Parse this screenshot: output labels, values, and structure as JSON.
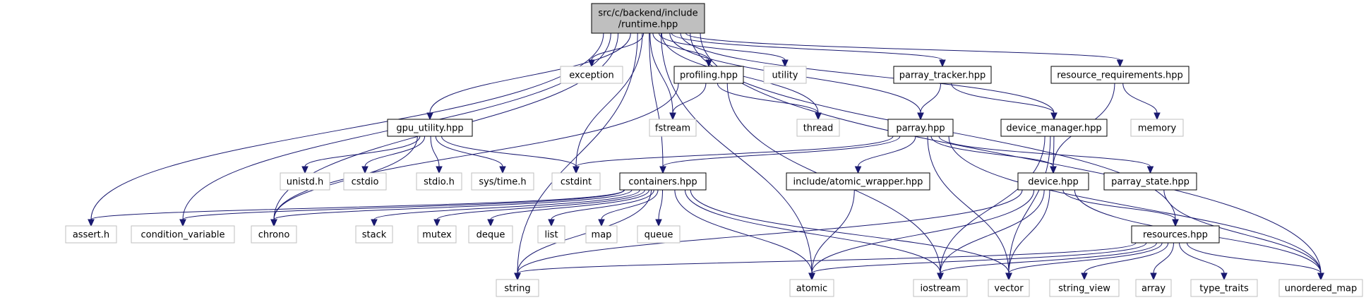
{
  "colors": {
    "edge": "#191970",
    "root_fill": "#bfbfbf",
    "root_border": "#000000",
    "internal_border": "#000000",
    "external_border": "#bfbfbf",
    "background": "#ffffff"
  },
  "nodes": [
    {
      "id": "runtime",
      "label": "src/c/backend/include\n/runtime.hpp",
      "kind": "root"
    },
    {
      "id": "exception",
      "label": "exception",
      "kind": "external"
    },
    {
      "id": "profiling",
      "label": "profiling.hpp",
      "kind": "internal"
    },
    {
      "id": "utility",
      "label": "utility",
      "kind": "external"
    },
    {
      "id": "parray_tracker",
      "label": "parray_tracker.hpp",
      "kind": "internal"
    },
    {
      "id": "resource_requirements",
      "label": "resource_requirements.hpp",
      "kind": "internal"
    },
    {
      "id": "gpu_utility",
      "label": "gpu_utility.hpp",
      "kind": "internal"
    },
    {
      "id": "fstream",
      "label": "fstream",
      "kind": "external"
    },
    {
      "id": "thread",
      "label": "thread",
      "kind": "external"
    },
    {
      "id": "parray",
      "label": "parray.hpp",
      "kind": "internal"
    },
    {
      "id": "device_manager",
      "label": "device_manager.hpp",
      "kind": "internal"
    },
    {
      "id": "memory",
      "label": "memory",
      "kind": "external"
    },
    {
      "id": "unistd",
      "label": "unistd.h",
      "kind": "external"
    },
    {
      "id": "cstdio",
      "label": "cstdio",
      "kind": "external"
    },
    {
      "id": "stdio",
      "label": "stdio.h",
      "kind": "external"
    },
    {
      "id": "systime",
      "label": "sys/time.h",
      "kind": "external"
    },
    {
      "id": "cstdint",
      "label": "cstdint",
      "kind": "external"
    },
    {
      "id": "containers",
      "label": "containers.hpp",
      "kind": "internal"
    },
    {
      "id": "atomic_wrapper",
      "label": "include/atomic_wrapper.hpp",
      "kind": "internal"
    },
    {
      "id": "device",
      "label": "device.hpp",
      "kind": "internal"
    },
    {
      "id": "parray_state",
      "label": "parray_state.hpp",
      "kind": "internal"
    },
    {
      "id": "assert",
      "label": "assert.h",
      "kind": "external"
    },
    {
      "id": "condition_variable",
      "label": "condition_variable",
      "kind": "external"
    },
    {
      "id": "chrono",
      "label": "chrono",
      "kind": "external"
    },
    {
      "id": "stack",
      "label": "stack",
      "kind": "external"
    },
    {
      "id": "mutex",
      "label": "mutex",
      "kind": "external"
    },
    {
      "id": "deque",
      "label": "deque",
      "kind": "external"
    },
    {
      "id": "list",
      "label": "list",
      "kind": "external"
    },
    {
      "id": "map",
      "label": "map",
      "kind": "external"
    },
    {
      "id": "queue",
      "label": "queue",
      "kind": "external"
    },
    {
      "id": "resources",
      "label": "resources.hpp",
      "kind": "internal"
    },
    {
      "id": "string",
      "label": "string",
      "kind": "external"
    },
    {
      "id": "atomic",
      "label": "atomic",
      "kind": "external"
    },
    {
      "id": "iostream",
      "label": "iostream",
      "kind": "external"
    },
    {
      "id": "vector",
      "label": "vector",
      "kind": "external"
    },
    {
      "id": "string_view",
      "label": "string_view",
      "kind": "external"
    },
    {
      "id": "array",
      "label": "array",
      "kind": "external"
    },
    {
      "id": "type_traits",
      "label": "type_traits",
      "kind": "external"
    },
    {
      "id": "unordered_map",
      "label": "unordered_map",
      "kind": "external"
    }
  ],
  "edges": [
    [
      "runtime",
      "exception"
    ],
    [
      "runtime",
      "profiling"
    ],
    [
      "runtime",
      "utility"
    ],
    [
      "runtime",
      "parray_tracker"
    ],
    [
      "runtime",
      "resource_requirements"
    ],
    [
      "runtime",
      "gpu_utility"
    ],
    [
      "runtime",
      "fstream"
    ],
    [
      "runtime",
      "thread"
    ],
    [
      "runtime",
      "parray"
    ],
    [
      "runtime",
      "device_manager"
    ],
    [
      "runtime",
      "cstdint"
    ],
    [
      "runtime",
      "containers"
    ],
    [
      "runtime",
      "assert"
    ],
    [
      "runtime",
      "condition_variable"
    ],
    [
      "runtime",
      "chrono"
    ],
    [
      "runtime",
      "resources"
    ],
    [
      "runtime",
      "string"
    ],
    [
      "runtime",
      "atomic"
    ],
    [
      "runtime",
      "unordered_map"
    ],
    [
      "profiling",
      "fstream"
    ],
    [
      "profiling",
      "thread"
    ],
    [
      "profiling",
      "chrono"
    ],
    [
      "profiling",
      "iostream"
    ],
    [
      "parray_tracker",
      "parray"
    ],
    [
      "parray_tracker",
      "device_manager"
    ],
    [
      "resource_requirements",
      "memory"
    ],
    [
      "resource_requirements",
      "device"
    ],
    [
      "gpu_utility",
      "unistd"
    ],
    [
      "gpu_utility",
      "cstdio"
    ],
    [
      "gpu_utility",
      "stdio"
    ],
    [
      "gpu_utility",
      "systime"
    ],
    [
      "gpu_utility",
      "cstdint"
    ],
    [
      "gpu_utility",
      "chrono"
    ],
    [
      "parray",
      "cstdint"
    ],
    [
      "parray",
      "containers"
    ],
    [
      "parray",
      "atomic_wrapper"
    ],
    [
      "parray",
      "device"
    ],
    [
      "parray",
      "parray_state"
    ],
    [
      "parray",
      "vector"
    ],
    [
      "parray",
      "unordered_map"
    ],
    [
      "device_manager",
      "device"
    ],
    [
      "device_manager",
      "iostream"
    ],
    [
      "device_manager",
      "vector"
    ],
    [
      "containers",
      "assert"
    ],
    [
      "containers",
      "condition_variable"
    ],
    [
      "containers",
      "chrono"
    ],
    [
      "containers",
      "stack"
    ],
    [
      "containers",
      "mutex"
    ],
    [
      "containers",
      "deque"
    ],
    [
      "containers",
      "list"
    ],
    [
      "containers",
      "map"
    ],
    [
      "containers",
      "queue"
    ],
    [
      "containers",
      "string"
    ],
    [
      "containers",
      "atomic"
    ],
    [
      "containers",
      "iostream"
    ],
    [
      "containers",
      "vector"
    ],
    [
      "atomic_wrapper",
      "atomic"
    ],
    [
      "device",
      "resources"
    ],
    [
      "device",
      "string"
    ],
    [
      "device",
      "atomic"
    ],
    [
      "device",
      "iostream"
    ],
    [
      "device",
      "vector"
    ],
    [
      "device",
      "unordered_map"
    ],
    [
      "parray_state",
      "unordered_map"
    ],
    [
      "resources",
      "string"
    ],
    [
      "resources",
      "atomic"
    ],
    [
      "resources",
      "iostream"
    ],
    [
      "resources",
      "vector"
    ],
    [
      "resources",
      "string_view"
    ],
    [
      "resources",
      "array"
    ],
    [
      "resources",
      "type_traits"
    ],
    [
      "resources",
      "unordered_map"
    ]
  ]
}
